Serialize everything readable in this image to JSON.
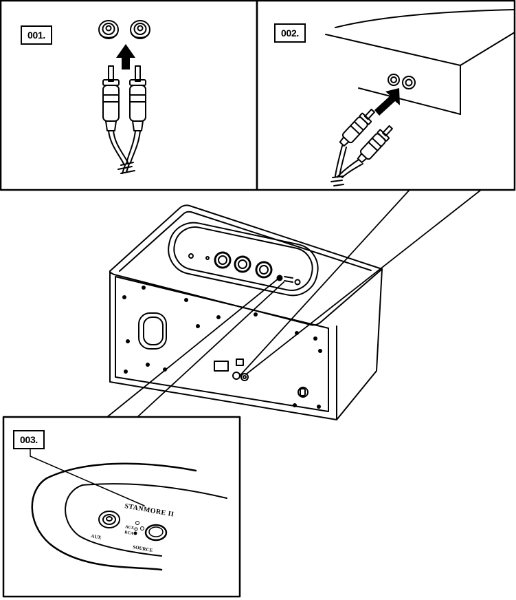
{
  "steps": [
    {
      "label": "001."
    },
    {
      "label": "002."
    },
    {
      "label": "003."
    }
  ],
  "panel3": {
    "brand": "STANMORE II",
    "aux_label": "AUX",
    "source_label": "SOURCE",
    "switch_top": "AUX",
    "switch_bottom": "RCA"
  },
  "colors": {
    "line": "#000000",
    "background": "#ffffff"
  }
}
